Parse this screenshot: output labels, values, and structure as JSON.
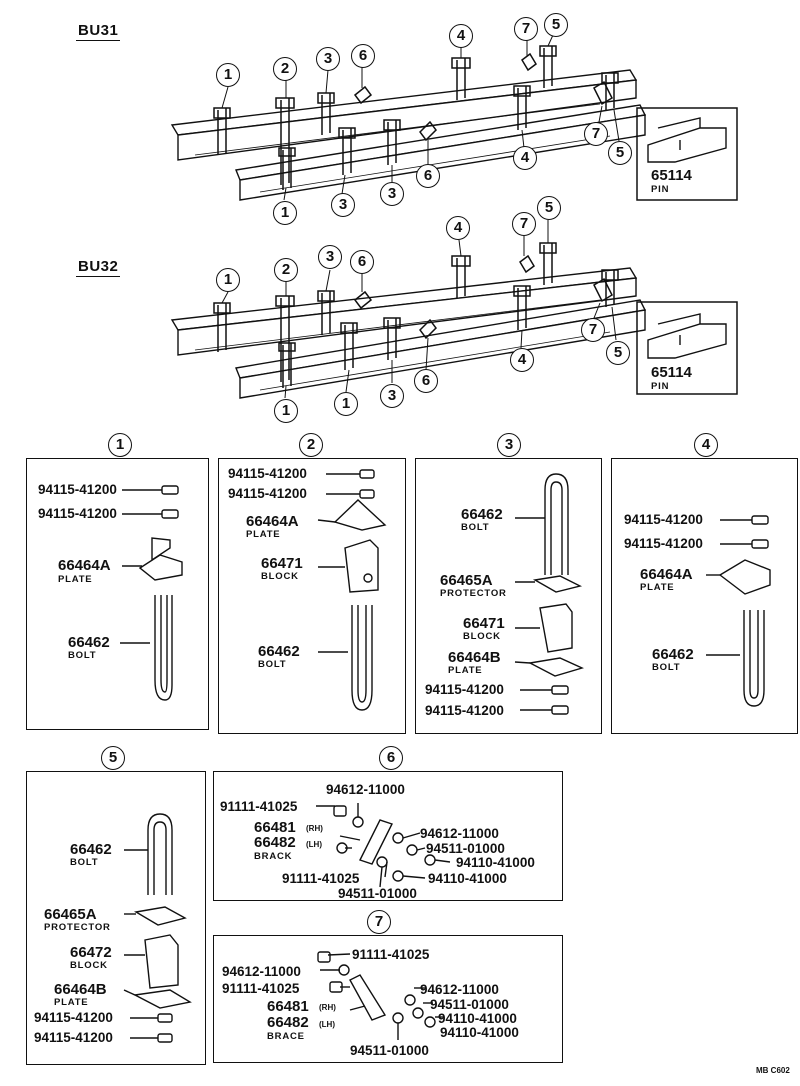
{
  "sections": {
    "bu31": "BU31",
    "bu32": "BU32"
  },
  "pin": {
    "number": "65114",
    "label": "PIN"
  },
  "callouts": [
    "1",
    "2",
    "3",
    "4",
    "5",
    "6",
    "7"
  ],
  "box1": {
    "nut_a": "94115-41200",
    "nut_b": "94115-41200",
    "plate_no": "66464A",
    "plate_lbl": "PLATE",
    "bolt_no": "66462",
    "bolt_lbl": "BOLT"
  },
  "box2": {
    "nut_a": "94115-41200",
    "nut_b": "94115-41200",
    "plate_no": "66464A",
    "plate_lbl": "PLATE",
    "block_no": "66471",
    "block_lbl": "BLOCK",
    "bolt_no": "66462",
    "bolt_lbl": "BOLT"
  },
  "box3": {
    "bolt_no": "66462",
    "bolt_lbl": "BOLT",
    "prot_no": "66465A",
    "prot_lbl": "PROTECTOR",
    "block_no": "66471",
    "block_lbl": "BLOCK",
    "plate_no": "66464B",
    "plate_lbl": "PLATE",
    "nut_a": "94115-41200",
    "nut_b": "94115-41200"
  },
  "box4": {
    "nut_a": "94115-41200",
    "nut_b": "94115-41200",
    "plate_no": "66464A",
    "plate_lbl": "PLATE",
    "bolt_no": "66462",
    "bolt_lbl": "BOLT"
  },
  "box5": {
    "bolt_no": "66462",
    "bolt_lbl": "BOLT",
    "prot_no": "66465A",
    "prot_lbl": "PROTECTOR",
    "block_no": "66472",
    "block_lbl": "BLOCK",
    "plate_no": "66464B",
    "plate_lbl": "PLATE",
    "nut_a": "94115-41200",
    "nut_b": "94115-41200"
  },
  "box6": {
    "p1": "94612-11000",
    "p2": "91111-41025",
    "rh_no": "66481",
    "rh": "(RH)",
    "lh_no": "66482",
    "lh": "(LH)",
    "brack": "BRACK",
    "p3": "94612-11000",
    "p4": "94511-01000",
    "p5": "94110-41000",
    "p6": "91111-41025",
    "p7": "94110-41000",
    "p8": "94511-01000"
  },
  "box7": {
    "p1": "91111-41025",
    "p2": "94612-11000",
    "p3": "91111-41025",
    "rh_no": "66481",
    "rh": "(RH)",
    "lh_no": "66482",
    "lh": "(LH)",
    "brace": "BRACE",
    "p4": "94612-11000",
    "p5": "94511-01000",
    "p6": "94110-41000",
    "p7": "94110-41000",
    "p8": "94511-01000"
  },
  "code": "MB C602"
}
